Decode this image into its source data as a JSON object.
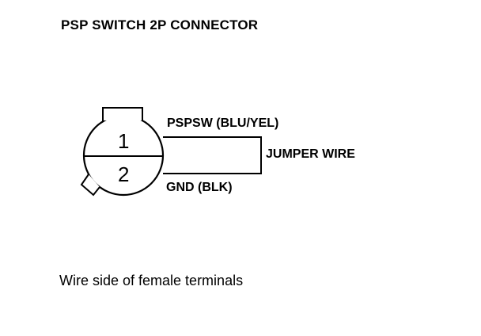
{
  "title": "PSP SWITCH 2P CONNECTOR",
  "connector": {
    "pins": [
      {
        "number": "1",
        "wire_label": "PSPSW (BLU/YEL)"
      },
      {
        "number": "2",
        "wire_label": "GND (BLK)"
      }
    ]
  },
  "jumper_label": "JUMPER WIRE",
  "caption": "Wire side of female terminals"
}
